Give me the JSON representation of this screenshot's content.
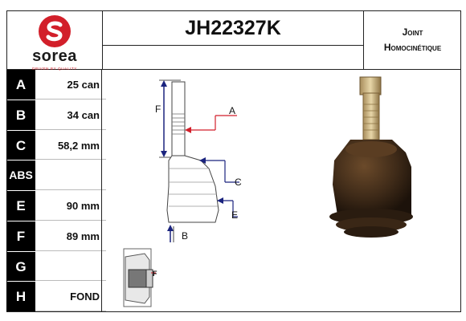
{
  "brand": {
    "name": "sorea",
    "tagline": "DRIVEN BY QUALITY"
  },
  "header": {
    "part_number": "JH22327K",
    "category_line1": "Joint",
    "category_line2": "Homocinétique"
  },
  "dimensions": [
    {
      "key": "A",
      "value": "25 can"
    },
    {
      "key": "B",
      "value": "34 can"
    },
    {
      "key": "C",
      "value": "58,2 mm"
    },
    {
      "key": "ABS",
      "value": ""
    },
    {
      "key": "E",
      "value": "90 mm"
    },
    {
      "key": "F",
      "value": "89 mm"
    },
    {
      "key": "G",
      "value": ""
    },
    {
      "key": "H",
      "value": "FOND"
    }
  ],
  "diagram": {
    "label_a": "A",
    "label_b": "B",
    "label_c": "C",
    "label_e": "E",
    "label_f": "F",
    "label_f_small": "F",
    "accent_color": "#d21f2a",
    "arrow_color": "#1a237e"
  }
}
